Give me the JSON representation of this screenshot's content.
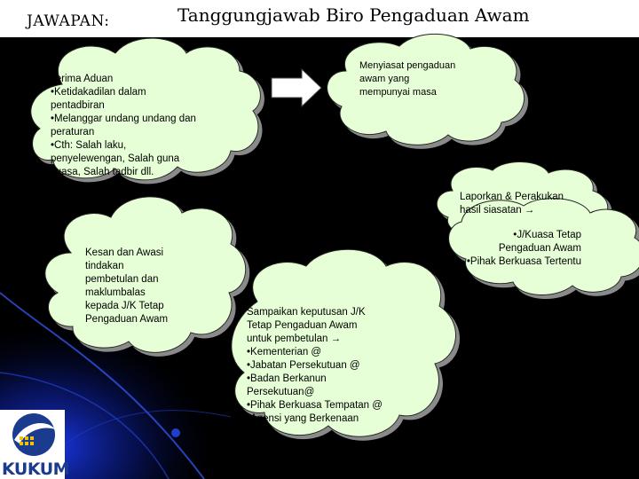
{
  "header": {
    "label": "JAWAPAN:",
    "title": "Tanggungjawab Biro Pengaduan Awam"
  },
  "clouds": {
    "terima": "Terima Aduan\n        •Ketidakadilan dalam\n          pentadbiran\n•Melanggar undang undang dan\nperaturan\n•Cth: Salah laku,\npenyelewengan, Salah guna\nkuasa, Salah tadbir dll.",
    "menyiasat": "Menyiasat pengaduan\nawam yang\nmempunyai masa",
    "laporkan": "Laporkan & Perakukan\nhasil siasatan →",
    "jk": "•J/Kuasa Tetap\nPengaduan Awam\n•Pihak Berkuasa Tertentu",
    "kesan": "Kesan dan Awasi\ntindakan\npembetulan  dan\nmaklumbalas\nkepada J/K Tetap\nPengaduan Awam",
    "sampaikan": "Sampaikan keputusan J/K\nTetap  Pengaduan Awam\nuntuk pembetulan →\n            •Kementerian @\n•Jabatan Persekutuan @\n•Badan Berkanun\nPersekutuan@\n•Pihak Berkuasa Tempatan @\n•Agensi yang Berkenaan"
  },
  "logo": {
    "text": "KUKUM"
  },
  "colors": {
    "cloud_fill": "#e6ffd6",
    "cloud_shadow": "#8a8a8a",
    "background": "#000000"
  }
}
